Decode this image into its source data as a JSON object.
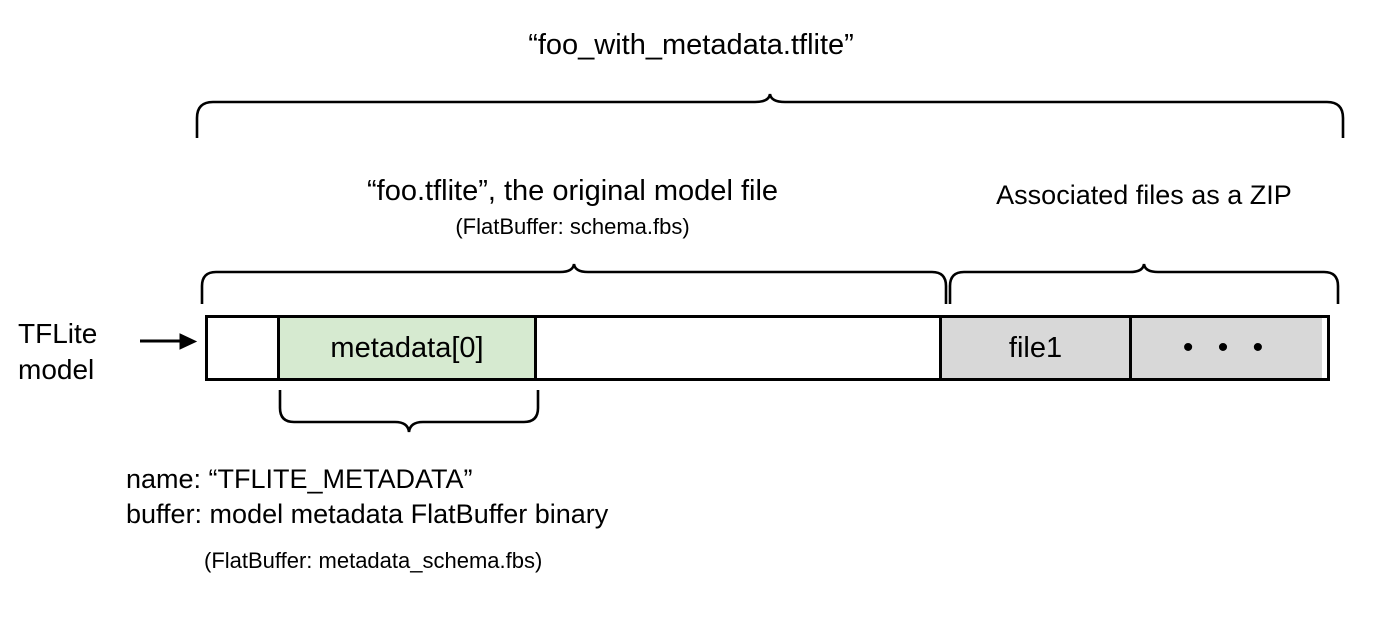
{
  "diagram": {
    "title": "“foo_with_metadata.tflite”",
    "tier2": {
      "model_file": "“foo.tflite”, the original model file",
      "model_file_sub": "(FlatBuffer: schema.fbs)",
      "zip": "Associated files as a ZIP"
    },
    "left_caption": "TFLite\nmodel",
    "bar_cells": [
      {
        "label": "",
        "fill": "#ffffff",
        "name": "cell-head"
      },
      {
        "label": "metadata[0]",
        "fill": "#d6ead0",
        "name": "cell-metadata"
      },
      {
        "label": "",
        "fill": "#ffffff",
        "name": "cell-body"
      },
      {
        "label": "file1",
        "fill": "#d8d8d8",
        "name": "cell-file1"
      },
      {
        "label": "• • •",
        "fill": "#d8d8d8",
        "name": "cell-more"
      }
    ],
    "metadata_caption": {
      "line1": "name: “TFLITE_METADATA”",
      "line2": "buffer: model metadata FlatBuffer binary",
      "line3": "(FlatBuffer: metadata_schema.fbs)"
    },
    "colors": {
      "metadata_fill": "#d6ead0",
      "zip_fill": "#d8d8d8",
      "stroke": "#000000",
      "background": "#ffffff"
    }
  }
}
